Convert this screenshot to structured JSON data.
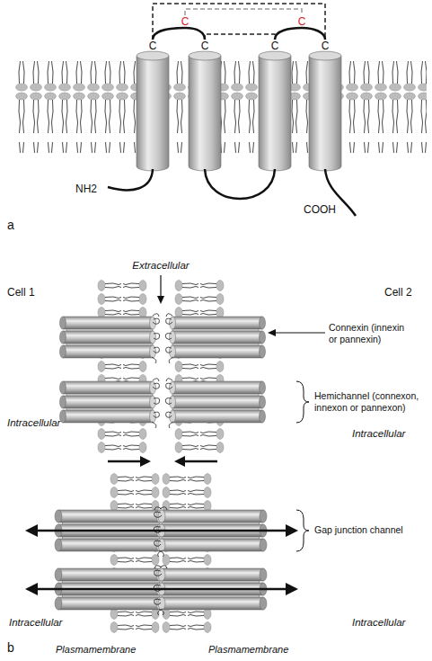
{
  "diagram": {
    "labels": [
      "C",
      "C",
      "C",
      "C",
      "C",
      "C",
      "NH2",
      "COOH",
      "a",
      "Extracellular",
      "Cell 1",
      "Cell 2",
      "Connexin (innexin or pannexin)",
      "Hemichannel (connexon, innexon or pannexon)",
      "Intracellular",
      "Intracellular",
      "Gap junction channel",
      "Intracellular",
      "Intracellular",
      "b",
      "Plasmamembrane",
      "Plasmamembrane"
    ]
  }
}
